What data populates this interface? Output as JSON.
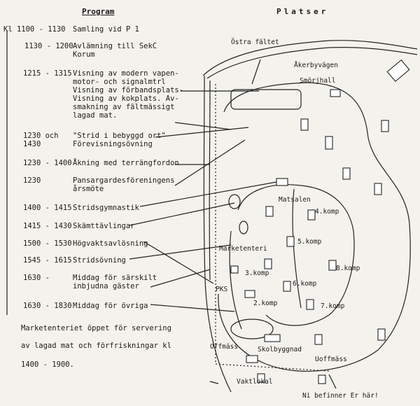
{
  "headers": {
    "program": "Program",
    "platser": "Platser"
  },
  "program": [
    {
      "time": "Kl 1100 - 1130",
      "text": [
        "Samling vid P 1"
      ]
    },
    {
      "time": "1130 - 1200",
      "text": [
        "Avlämning till SekC",
        "Korum"
      ]
    },
    {
      "time": "1215 - 1315",
      "text": [
        "Visning av modern vapen-",
        "motor- och signalmtrl",
        "Visning av förbandsplats-",
        "Visning av kokplats. Av-",
        "smakning av fältmässigt",
        "lagad mat."
      ]
    },
    {
      "time": "1230 och",
      "time2": "1430",
      "text": [
        "\"Strid i bebyggd ort\"",
        "Förevisningsövning"
      ]
    },
    {
      "time": "1230 - 1400",
      "text": [
        "Åkning med terrängfordon"
      ]
    },
    {
      "time": "1230",
      "text": [
        "Pansargardesföreningens",
        "årsmöte"
      ]
    },
    {
      "time": "1400 - 1415",
      "text": [
        "Stridsgymnastik"
      ]
    },
    {
      "time": "1415 - 1430",
      "text": [
        "Skämttävlingar"
      ]
    },
    {
      "time": "1500 - 1530",
      "text": [
        "Högvaktsavlösning"
      ]
    },
    {
      "time": "1545 - 1615",
      "text": [
        "Stridsövning"
      ]
    },
    {
      "time": "1630 -",
      "text": [
        "Middag för särskilt",
        "inbjudna gäster"
      ]
    },
    {
      "time": "1630 - 1830",
      "text": [
        "Middag för övriga"
      ]
    }
  ],
  "footer": [
    "Marketenteriet öppet för servering",
    "av lagad mat och förfriskningar kl",
    "1400 - 1900."
  ],
  "map_labels": {
    "ostra_faltet": "Östra fältet",
    "akerbyvagen": "Åkerbyvägen",
    "smorjhall": "Smörjhall",
    "matsalen": "Matsalen",
    "komp4": "4.komp",
    "komp5": "5.komp",
    "marketenteri": "Marketenteri",
    "komp3": "3.komp",
    "komp8": "8.komp",
    "komp6": "6.komp",
    "pks": "PKS",
    "komp2": "2.komp",
    "komp7": "7.komp",
    "offmass": "Offmäss",
    "skolbyggnad": "Skolbyggnad",
    "uoffmass": "Uoffmäss",
    "vaktlokal": "Vaktlokal",
    "ni_befinner": "Ni befinner Er här!"
  }
}
